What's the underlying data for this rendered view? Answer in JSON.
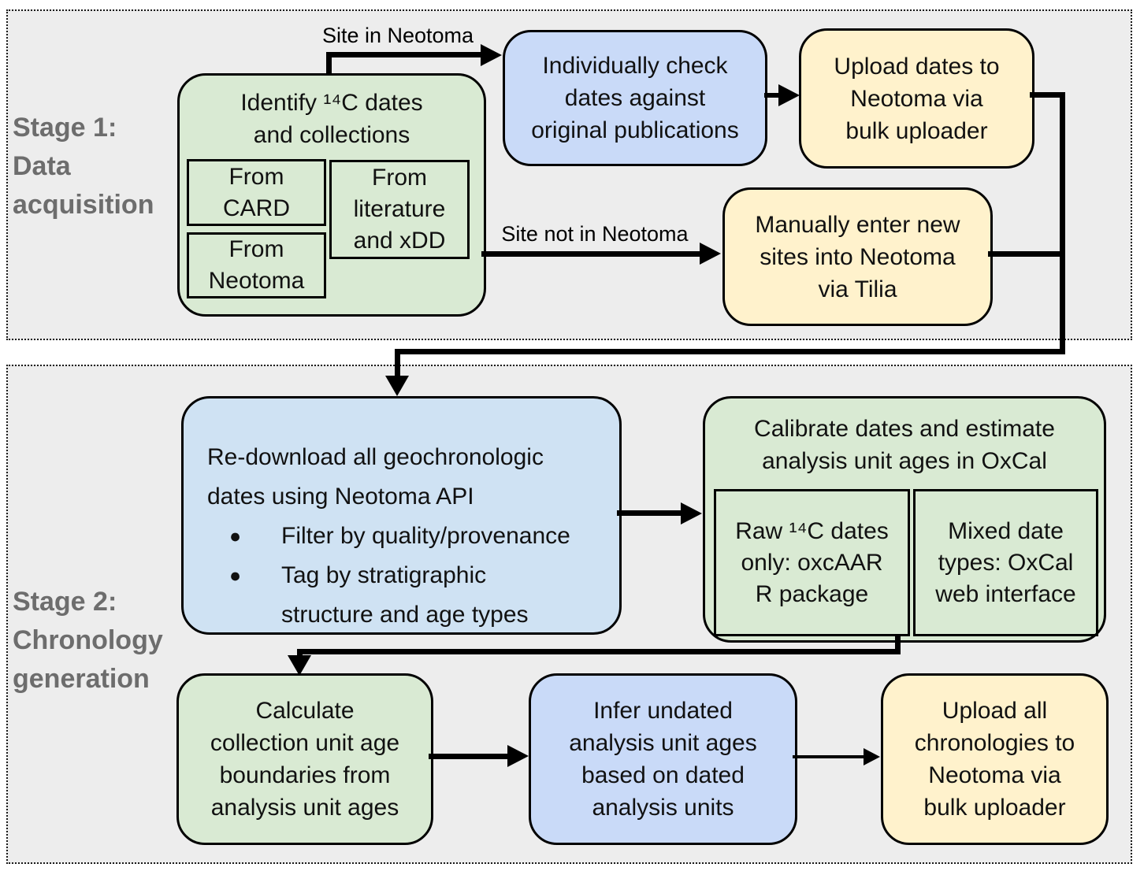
{
  "colors": {
    "box_green": "#d9ead3",
    "box_blue": "#c9daf8",
    "box_light_blue": "#cfe2f3",
    "box_yellow": "#fff2cc",
    "region_background": "#ededed",
    "stage_label_gray": "#6d6d6d",
    "line_black": "#000000"
  },
  "stage1": {
    "label": "Stage 1:\nData\nacquisition",
    "identify": {
      "title": "Identify ¹⁴C dates\nand collections",
      "sources": [
        "From\nCARD",
        "From\nliterature\nand xDD",
        "From\nNeotoma"
      ]
    },
    "check": "Individually check\ndates against\noriginal publications",
    "upload_dates": "Upload dates to\nNeotoma via\nbulk uploader",
    "manual_entry": "Manually enter new\nsites into Neotoma\nvia Tilia",
    "edge_site_in": "Site in Neotoma",
    "edge_site_not_in": "Site not in Neotoma"
  },
  "stage2": {
    "label": "Stage 2:\nChronology\ngeneration",
    "redownload": {
      "intro": "Re-download all geochronologic\ndates using Neotoma API",
      "bullet_glyph": "●",
      "bullets": [
        "Filter by quality/provenance",
        "Tag by stratigraphic\nstructure and age types"
      ]
    },
    "calibrate": {
      "title": "Calibrate dates and estimate\nanalysis unit ages in OxCal",
      "raw": "Raw ¹⁴C dates\nonly: oxcAAR\nR package",
      "mixed": "Mixed date\ntypes: OxCal\nweb interface"
    },
    "calculate": "Calculate\ncollection unit age\nboundaries from\nanalysis unit ages",
    "infer": "Infer undated\nanalysis unit ages\nbased on dated\nanalysis units",
    "upload_chronologies": "Upload all\nchronologies to\nNeotoma via\nbulk uploader"
  }
}
